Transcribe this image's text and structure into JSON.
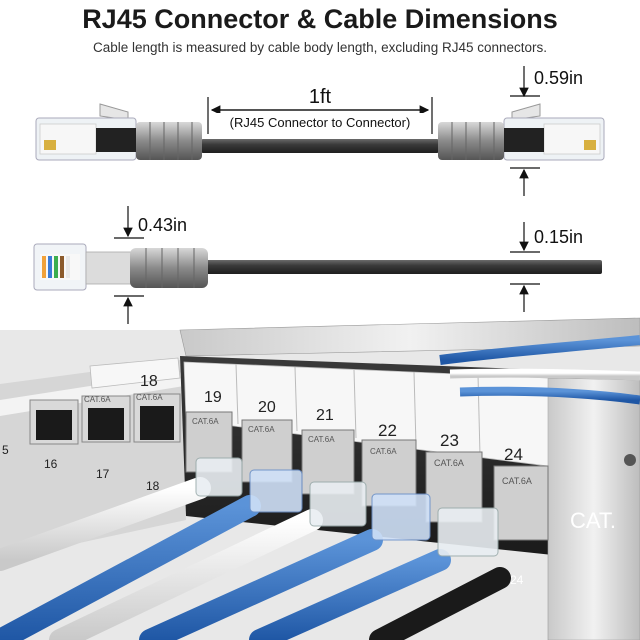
{
  "header": {
    "title": "RJ45 Connector & Cable Dimensions",
    "subtitle": "Cable length is measured by cable body length, excluding RJ45 connectors."
  },
  "dimensions": {
    "length_label": "1ft",
    "length_note": "(RJ45 Connector to Connector)",
    "connector_height_top": "0.59in",
    "connector_height_side": "0.43in",
    "cable_diameter": "0.15in"
  },
  "patch_panel": {
    "port_numbers_top": [
      "18",
      "19",
      "20",
      "21",
      "22",
      "23",
      "24"
    ],
    "port_numbers_left": [
      "5",
      "16",
      "17",
      "18"
    ],
    "port_number_bottom": "24",
    "port_label": "CAT.6A",
    "panel_brand": "CAT."
  },
  "colors": {
    "cable": "#3a3a3a",
    "blue_cable": "#2f6fc0",
    "white_cable": "#eeeeee",
    "panel": "#2a2a2a"
  }
}
